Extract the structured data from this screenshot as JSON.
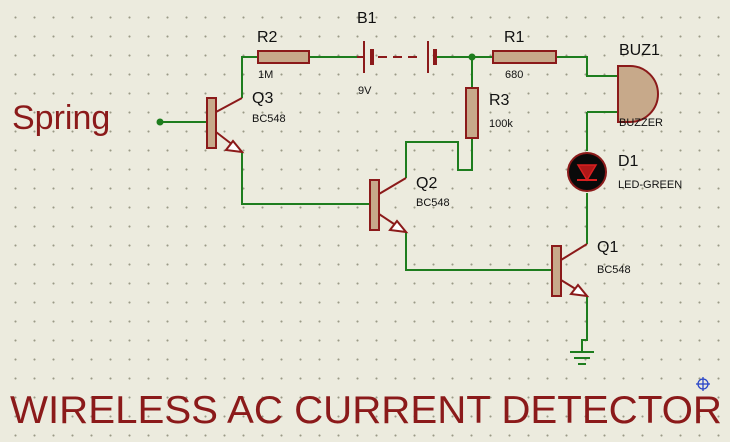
{
  "input_label": "Spring",
  "title": "WIRELESS AC CURRENT DETECTOR",
  "components": {
    "r2": {
      "ref": "R2",
      "value": "1M"
    },
    "b1": {
      "ref": "B1",
      "value": "9V"
    },
    "r1": {
      "ref": "R1",
      "value": "680"
    },
    "buz1": {
      "ref": "BUZ1",
      "value": "BUZZER"
    },
    "q3": {
      "ref": "Q3",
      "value": "BC548"
    },
    "r3": {
      "ref": "R3",
      "value": "100k"
    },
    "q2": {
      "ref": "Q2",
      "value": "BC548"
    },
    "d1": {
      "ref": "D1",
      "value": "LED-GREEN"
    },
    "q1": {
      "ref": "Q1",
      "value": "BC548"
    }
  }
}
